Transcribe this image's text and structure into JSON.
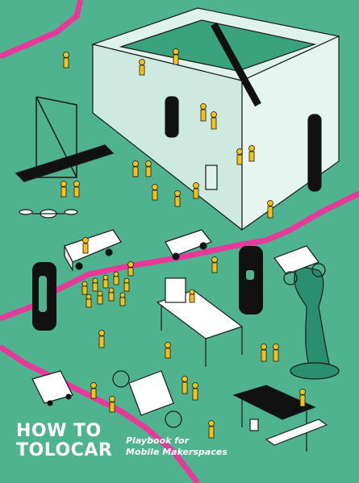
{
  "cover": {
    "title_line1": "HOW TO",
    "title_line2": "TOLOCAR",
    "subtitle_line1": "Playbook for",
    "subtitle_line2": "Mobile Makerspaces"
  },
  "colors": {
    "background": "#4fb38f",
    "road": "#e8389a",
    "figure": "#f2c21b",
    "outline": "#1a1a1a",
    "building": "#dff2ec",
    "tree": "#2a8f6e",
    "white": "#ffffff"
  }
}
